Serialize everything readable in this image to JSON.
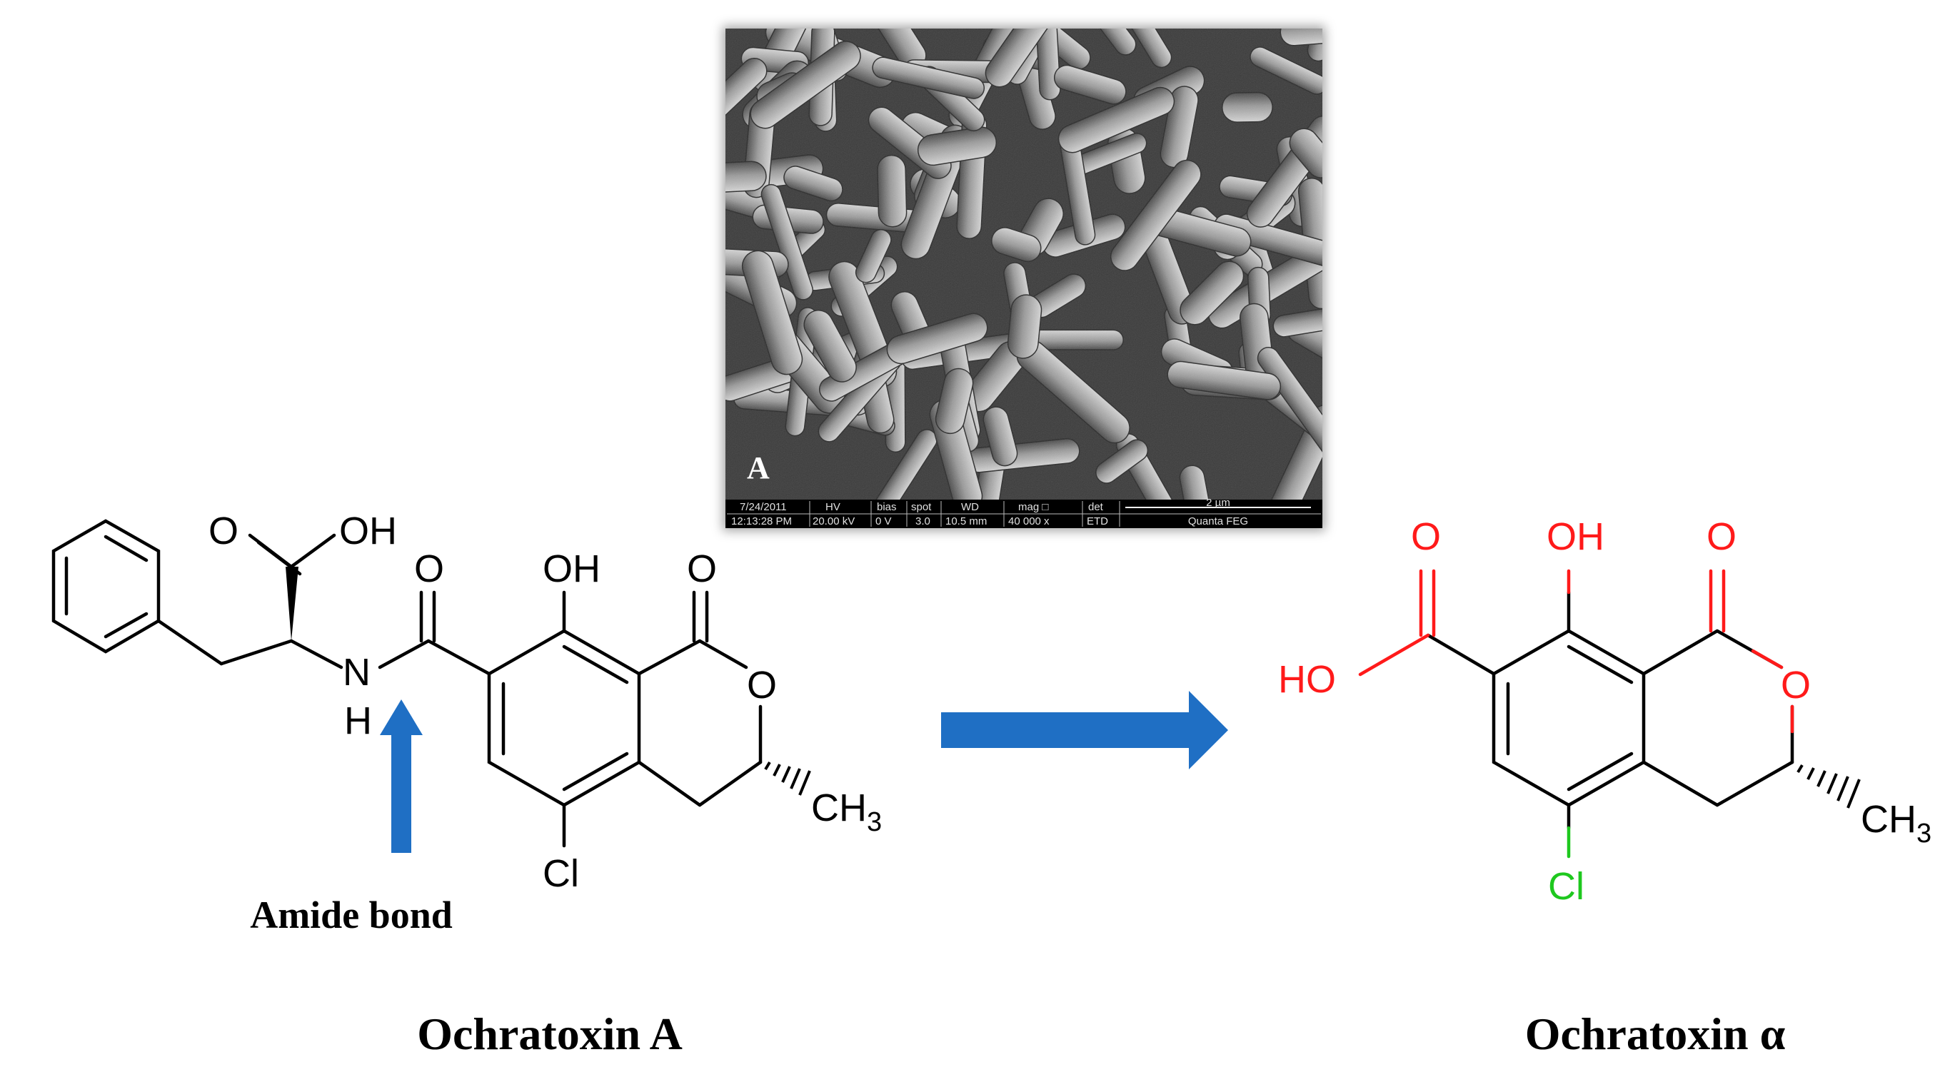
{
  "micrograph": {
    "panel_letter": "A",
    "info_bar": {
      "date": "7/24/2011",
      "time": "12:13:28 PM",
      "hv_label": "HV",
      "hv_value": "20.00 kV",
      "bias_label": "bias",
      "bias_value": "0 V",
      "spot_label": "spot",
      "spot_value": "3.0",
      "wd_label": "WD",
      "wd_value": "10.5 mm",
      "mag_label": "mag □",
      "mag_value": "40 000 x",
      "det_label": "det",
      "det_value": "ETD",
      "scale_label": "2 µm",
      "instrument": "Quanta FEG"
    }
  },
  "ochratoxin_a": {
    "name": "Ochratoxin A",
    "annotation": "Amide bond",
    "atoms": {
      "acid_o": "O",
      "acid_oh": "OH",
      "amide_n": "N",
      "amide_h": "H",
      "amide_o": "O",
      "phenol_oh": "OH",
      "lactone_o_carbonyl": "O",
      "ring_o": "O",
      "chlorine": "Cl",
      "methyl_c": "CH",
      "methyl_sub": "3"
    }
  },
  "ochratoxin_alpha": {
    "name": "Ochratoxin α",
    "atoms": {
      "acid_o": "O",
      "acid_ho": "HO",
      "phenol_oh": "OH",
      "lactone_o_carbonyl": "O",
      "ring_o": "O",
      "chlorine": "Cl",
      "methyl_c": "CH",
      "methyl_sub": "3"
    }
  },
  "colors": {
    "bond": "#000000",
    "oxygen": "#ff1a1a",
    "chlorine": "#1ec81e",
    "arrow": "#1f6fc4"
  }
}
